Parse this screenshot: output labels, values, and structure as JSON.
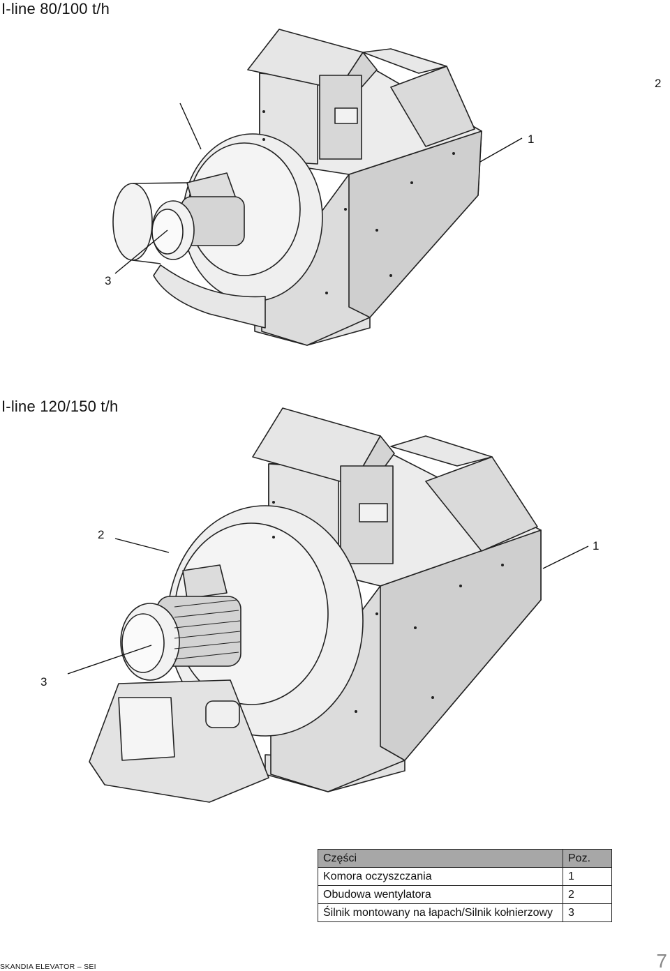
{
  "figure1": {
    "title": "I-line 80/100 t/h",
    "callouts": {
      "c1": "1",
      "c2": "2",
      "c3": "3"
    }
  },
  "figure2": {
    "title": "I-line 120/150 t/h",
    "callouts": {
      "c1": "1",
      "c2": "2",
      "c3": "3"
    }
  },
  "parts_table": {
    "headers": {
      "parts": "Części",
      "pos": "Poz."
    },
    "rows": [
      {
        "part": "Komora oczyszczania",
        "pos": "1"
      },
      {
        "part": "Obudowa wentylatora",
        "pos": "2"
      },
      {
        "part": "Śilnik montowany na łapach/Silnik kołnierzowy",
        "pos": "3"
      }
    ]
  },
  "footer": {
    "brand": "SKANDIA ELEVATOR – SEI",
    "page_number": "7"
  },
  "colors": {
    "line": "#222222",
    "fill_light": "#ececec",
    "fill_mid": "#d8d8d8",
    "fill_dark": "#c4c4c4",
    "table_header": "#a7a7a7"
  }
}
